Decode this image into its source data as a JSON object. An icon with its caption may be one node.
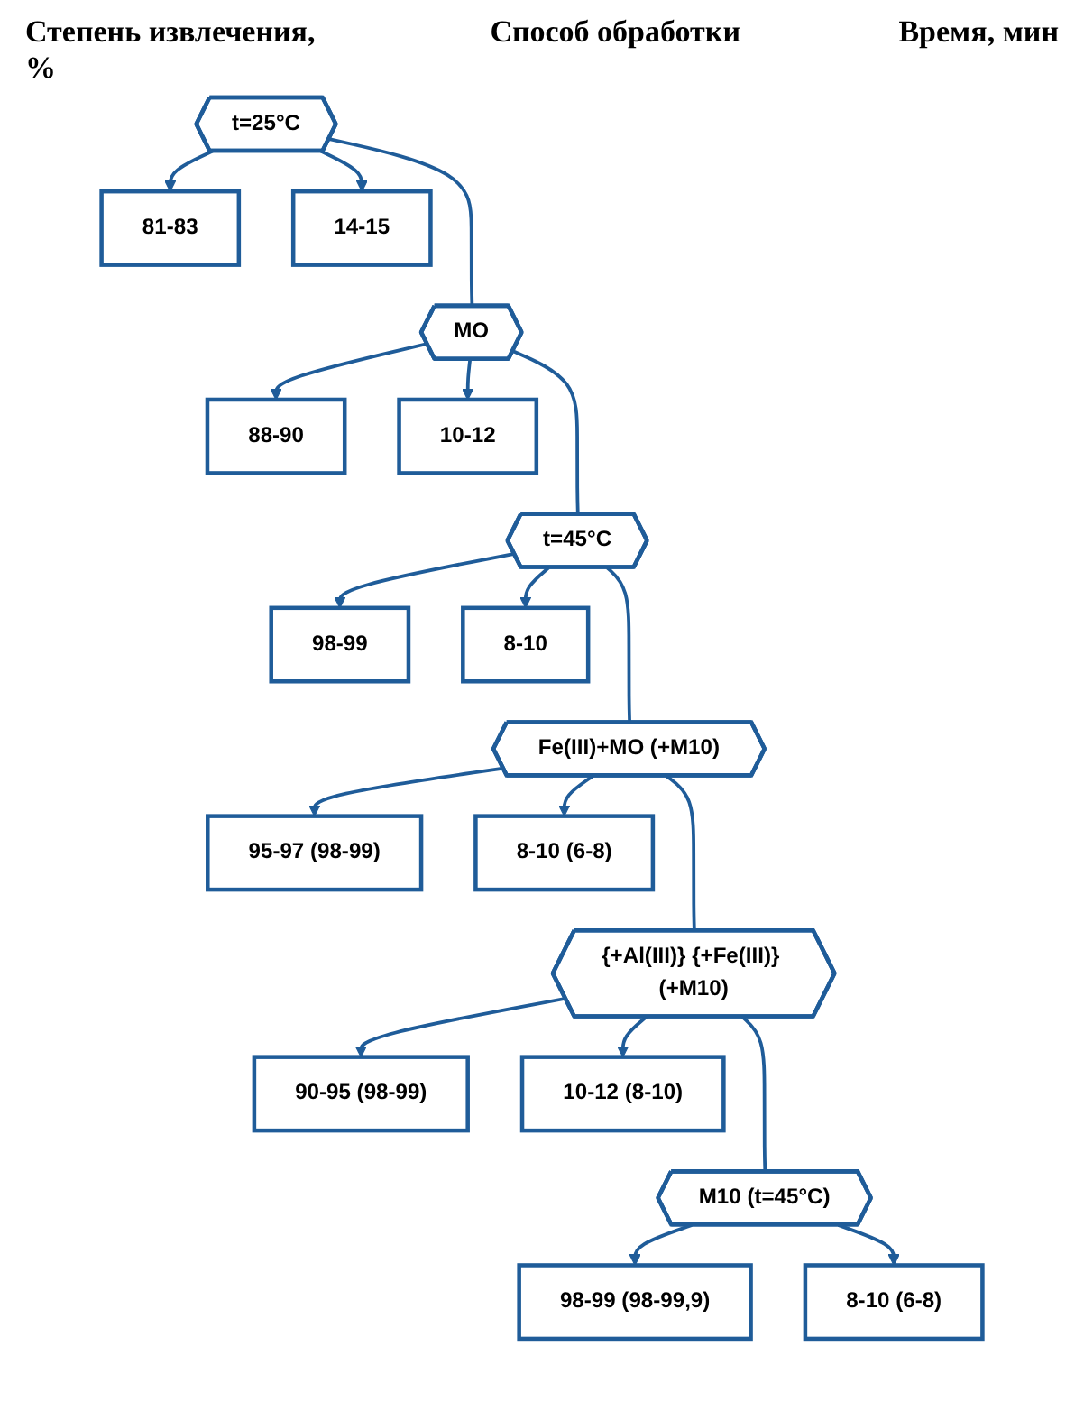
{
  "diagram": {
    "nodes": [
      {
        "text": [
          "81-83"
        ]
      },
      {
        "text": [
          "t=25°C"
        ]
      },
      {
        "text": [
          "14-15"
        ]
      },
      {
        "text": [
          "88-90"
        ]
      },
      {
        "text": [
          "МО"
        ]
      },
      {
        "text": [
          "10-12"
        ]
      },
      {
        "text": [
          "98-99"
        ]
      },
      {
        "text": [
          "t=45°C"
        ]
      },
      {
        "text": [
          "8-10"
        ]
      },
      {
        "text": [
          "95-97 (98-99)"
        ]
      },
      {
        "text": [
          "Fe(III)+МО (+М10)"
        ]
      },
      {
        "text": [
          "8-10 (6-8)"
        ]
      },
      {
        "text": [
          "90-95 (98-99)"
        ]
      },
      {
        "text": [
          "{+Al(III)} {+Fe(III)} (+М10)"
        ]
      },
      {
        "text": [
          "10-12 (8-10)"
        ]
      },
      {
        "text": [
          "98-99 (98-99,9)"
        ]
      },
      {
        "text": [
          "М10 (t=45°C)"
        ]
      },
      {
        "text": [
          "8-10 (6-8)"
        ]
      }
    ],
    "edges": [
      {
        "from": 1,
        "to": 0,
        "arrow": "to"
      },
      {
        "from": 1,
        "to": 2,
        "arrow": "to"
      },
      {
        "from": 1,
        "to": 4,
        "arrow": "none"
      },
      {
        "from": 4,
        "to": 3,
        "arrow": "to"
      },
      {
        "from": 4,
        "to": 5,
        "arrow": "to"
      },
      {
        "from": 4,
        "to": 7,
        "arrow": "none"
      },
      {
        "from": 7,
        "to": 6,
        "arrow": "to"
      },
      {
        "from": 7,
        "to": 8,
        "arrow": "to"
      },
      {
        "from": 7,
        "to": 10,
        "arrow": "none"
      },
      {
        "from": 10,
        "to": 9,
        "arrow": "to"
      },
      {
        "from": 10,
        "to": 11,
        "arrow": "to"
      },
      {
        "from": 10,
        "to": 13,
        "arrow": "none"
      },
      {
        "from": 13,
        "to": 12,
        "arrow": "to"
      },
      {
        "from": 13,
        "to": 14,
        "arrow": "to"
      },
      {
        "from": 13,
        "to": 16,
        "arrow": "none"
      },
      {
        "from": 16,
        "to": 15,
        "arrow": "to"
      },
      {
        "from": 16,
        "to": 17,
        "arrow": "to"
      }
    ],
    "labels": [
      "Степень извлечения, %",
      "Способ обработки",
      "Время, мин"
    ]
  }
}
